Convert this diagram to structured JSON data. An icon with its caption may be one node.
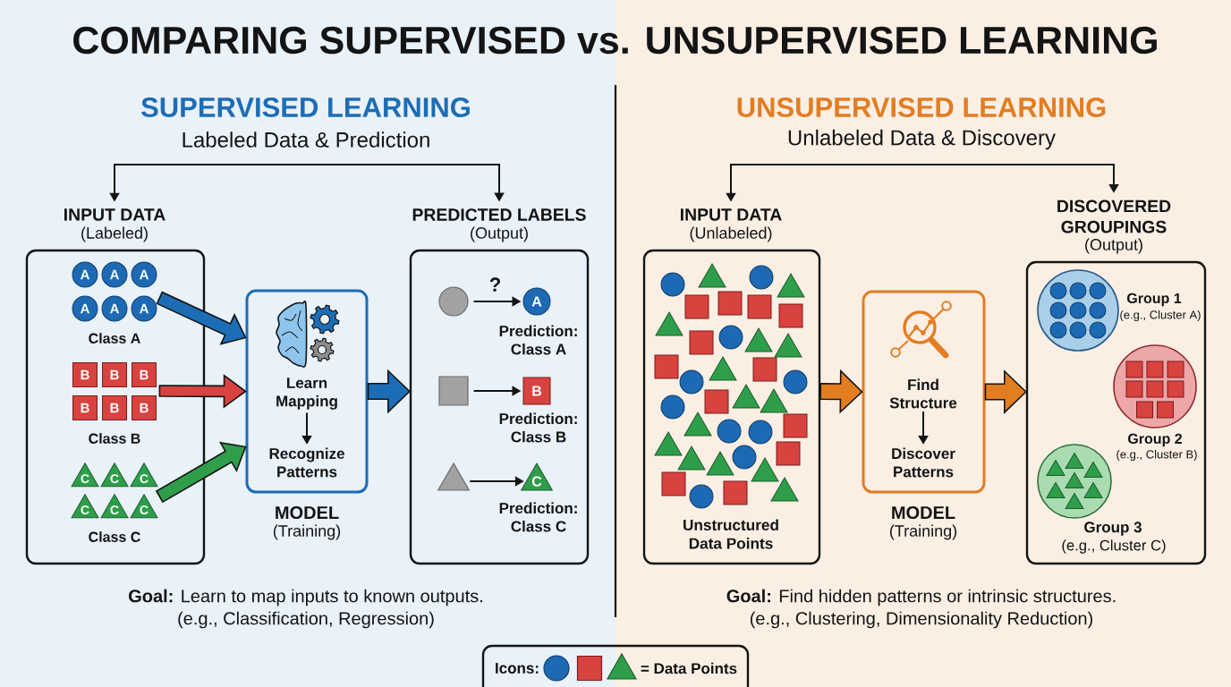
{
  "diagram": {
    "title": "COMPARING SUPERVISED vs. UNSUPERVISED LEARNING",
    "nodes": [
      {
        "text": [
          "SUPERVISED LEARNING",
          "Labeled Data & Prediction",
          "**Goal:** Learn to map inputs to known outputs.",
          "(e.g., Classification, Regression)"
        ]
      },
      {
        "text": [
          "INPUT DATA",
          "(Labeled)"
        ],
        "in": 0
      },
      {
        "text": [
          "Class A"
        ],
        "in": 1
      },
      {
        "text": [
          "A"
        ],
        "in": 2
      },
      {
        "text": [
          "A"
        ],
        "in": 2
      },
      {
        "text": [
          "A"
        ],
        "in": 2
      },
      {
        "text": [
          "A"
        ],
        "in": 2
      },
      {
        "text": [
          "A"
        ],
        "in": 2
      },
      {
        "text": [
          "A"
        ],
        "in": 2
      },
      {
        "text": [
          "Class B"
        ],
        "in": 1
      },
      {
        "text": [
          "B"
        ],
        "in": 9
      },
      {
        "text": [
          "B"
        ],
        "in": 9
      },
      {
        "text": [
          "B"
        ],
        "in": 9
      },
      {
        "text": [
          "B"
        ],
        "in": 9
      },
      {
        "text": [
          "B"
        ],
        "in": 9
      },
      {
        "text": [
          "B"
        ],
        "in": 9
      },
      {
        "text": [
          "Class C"
        ],
        "in": 1
      },
      {
        "text": [
          "C"
        ],
        "in": 16
      },
      {
        "text": [
          "C"
        ],
        "in": 16
      },
      {
        "text": [
          "C"
        ],
        "in": 16
      },
      {
        "text": [
          "C"
        ],
        "in": 16
      },
      {
        "text": [
          "C"
        ],
        "in": 16
      },
      {
        "text": [
          "C"
        ],
        "in": 16
      },
      {
        "text": [
          "MODEL",
          "(Training)"
        ],
        "in": 0
      },
      {
        "text": [
          "Learn Mapping"
        ],
        "in": 23
      },
      {
        "text": [
          "Recognize Patterns"
        ],
        "in": 23
      },
      {
        "text": [
          "PREDICTED LABELS",
          "(Output)"
        ],
        "in": 0
      },
      {
        "text": [],
        "shape": "circle",
        "in": 26
      },
      {
        "text": [
          "A"
        ],
        "beside": [
          "Prediction: Class A"
        ],
        "in": 26
      },
      {
        "text": [],
        "shape": "box",
        "in": 26
      },
      {
        "text": [
          "B"
        ],
        "beside": [
          "Prediction: Class B"
        ],
        "in": 26
      },
      {
        "text": [],
        "shape": "triangle",
        "in": 26
      },
      {
        "text": [
          "C"
        ],
        "beside": [
          "Prediction: Class C"
        ],
        "in": 26
      },
      {
        "text": [
          "UNSUPERVISED LEARNING",
          "Unlabeled Data & Discovery",
          "**Goal:** Find hidden patterns or intrinsic structures.",
          "(e.g., Clustering, Dimensionality Reduction)"
        ]
      },
      {
        "text": [
          "INPUT DATA",
          "(Unlabeled)",
          "Unstructured Data Points"
        ],
        "in": 33
      },
      {
        "text": [
          "MODEL",
          "(Training)"
        ],
        "in": 33
      },
      {
        "text": [
          "Find Structure"
        ],
        "in": 35
      },
      {
        "text": [
          "Discover Patterns"
        ],
        "in": 35
      },
      {
        "text": [
          "DISCOVERED GROUPINGS",
          "(Output)"
        ],
        "in": 33
      },
      {
        "text": [],
        "shape": "circle",
        "beside": [
          "Group 1",
          "(e.g., Cluster A)"
        ],
        "in": 38
      },
      {
        "text": [],
        "shape": "circle",
        "beside": [
          "Group 2",
          "(e.g., Cluster B)"
        ],
        "in": 38
      },
      {
        "text": [],
        "shape": "circle",
        "beside": [
          "Group 3",
          "(e.g., Cluster C)"
        ],
        "in": 38
      }
    ],
    "edges": [
      {
        "from": 1,
        "to": 26,
        "arrow": "both"
      },
      {
        "from": 2,
        "to": 23,
        "arrow": "to",
        "style": "thick",
        "color": "#1c6db5"
      },
      {
        "from": 9,
        "to": 23,
        "arrow": "to",
        "style": "thick",
        "color": "#d8423f"
      },
      {
        "from": 16,
        "to": 23,
        "arrow": "to",
        "style": "thick",
        "color": "#2e9e4a"
      },
      {
        "from": 24,
        "to": 25,
        "arrow": "to"
      },
      {
        "from": 23,
        "to": 26,
        "arrow": "to",
        "style": "thick",
        "color": "#1c6db5"
      },
      {
        "from": 27,
        "to": 28,
        "arrow": "to",
        "label": "?"
      },
      {
        "from": 29,
        "to": 30,
        "arrow": "to"
      },
      {
        "from": 31,
        "to": 32,
        "arrow": "to"
      },
      {
        "from": 34,
        "to": 38,
        "arrow": "both"
      },
      {
        "from": 34,
        "to": 35,
        "arrow": "to",
        "style": "thick",
        "color": "#e27d22"
      },
      {
        "from": 36,
        "to": 37,
        "arrow": "to"
      },
      {
        "from": 35,
        "to": 38,
        "arrow": "to",
        "style": "thick",
        "color": "#e27d22"
      }
    ],
    "labels": [
      "Icons:"
    ],
    "legend": [
      {
        "text": "= Data Points"
      }
    ]
  }
}
